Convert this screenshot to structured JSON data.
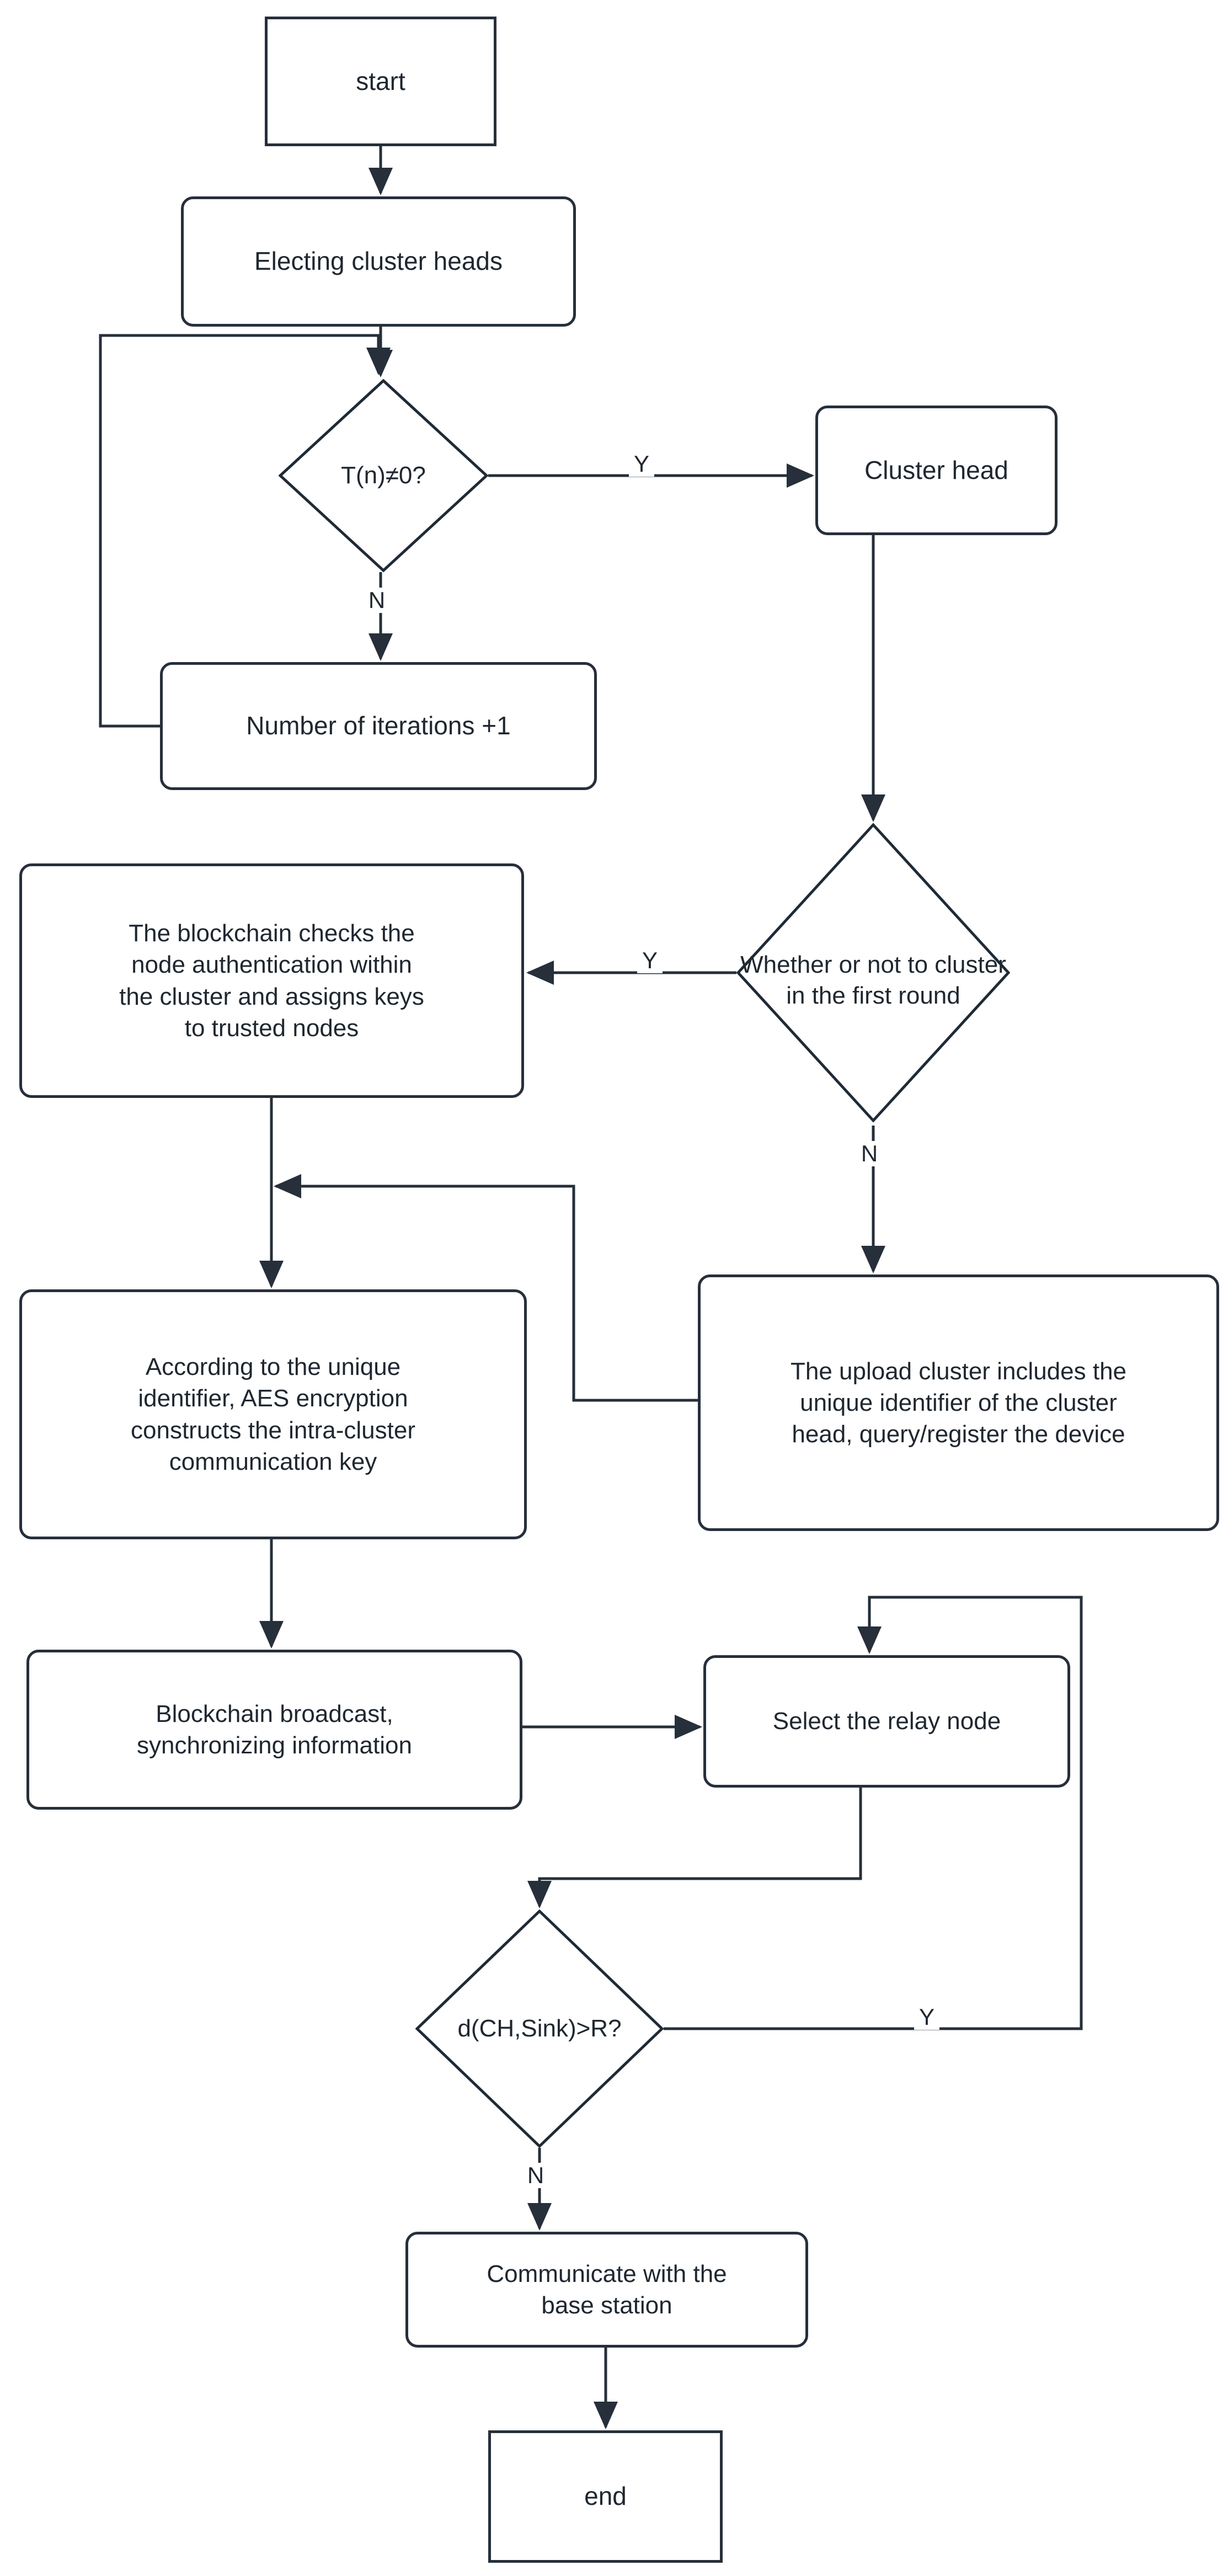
{
  "diagram": {
    "type": "flowchart",
    "title": "Clustering and blockchain routing flowchart",
    "colors": {
      "stroke": "#262f3a",
      "text": "#1f2730",
      "background": "#ffffff",
      "diamond_stroke": "#1f2a35"
    },
    "nodes": {
      "start": {
        "label": "start",
        "shape": "rectangle"
      },
      "electing_cluster_heads": {
        "label": "Electing cluster heads",
        "shape": "rounded-rectangle"
      },
      "tn_decision": {
        "label": "T(n)≠0?",
        "shape": "diamond"
      },
      "cluster_head": {
        "label": "Cluster head",
        "shape": "rounded-rectangle"
      },
      "iterations": {
        "label": "Number of iterations +1",
        "shape": "rounded-rectangle"
      },
      "first_round_decision": {
        "line1": "Whether or not to cluster",
        "line2": "in the first round",
        "shape": "diamond"
      },
      "blockchain_checks": {
        "line1": "The blockchain checks the",
        "line2": "node authentication within",
        "line3": "the cluster and assigns keys",
        "line4": "to trusted nodes",
        "shape": "rounded-rectangle"
      },
      "aes_key": {
        "line1": "According to the unique",
        "line2": "identifier, AES encryption",
        "line3": "constructs the intra-cluster",
        "line4": "communication key",
        "shape": "rounded-rectangle"
      },
      "upload_cluster": {
        "line1": "The upload cluster includes the",
        "line2": "unique identifier of the cluster",
        "line3": "head, query/register the device",
        "shape": "rounded-rectangle"
      },
      "blockchain_broadcast": {
        "line1": "Blockchain broadcast,",
        "line2": "synchronizing information",
        "shape": "rounded-rectangle"
      },
      "select_relay": {
        "label": "Select the relay node",
        "shape": "rounded-rectangle"
      },
      "distance_decision": {
        "label": "d(CH,Sink)>R?",
        "shape": "diamond"
      },
      "communicate_base": {
        "line1": "Communicate with the",
        "line2": "base station",
        "shape": "rounded-rectangle"
      },
      "end": {
        "label": "end",
        "shape": "rectangle"
      }
    },
    "edge_labels": {
      "tn_yes": "Y",
      "tn_no": "N",
      "first_round_yes": "Y",
      "first_round_no": "N",
      "distance_yes": "Y",
      "distance_no": "N"
    }
  }
}
